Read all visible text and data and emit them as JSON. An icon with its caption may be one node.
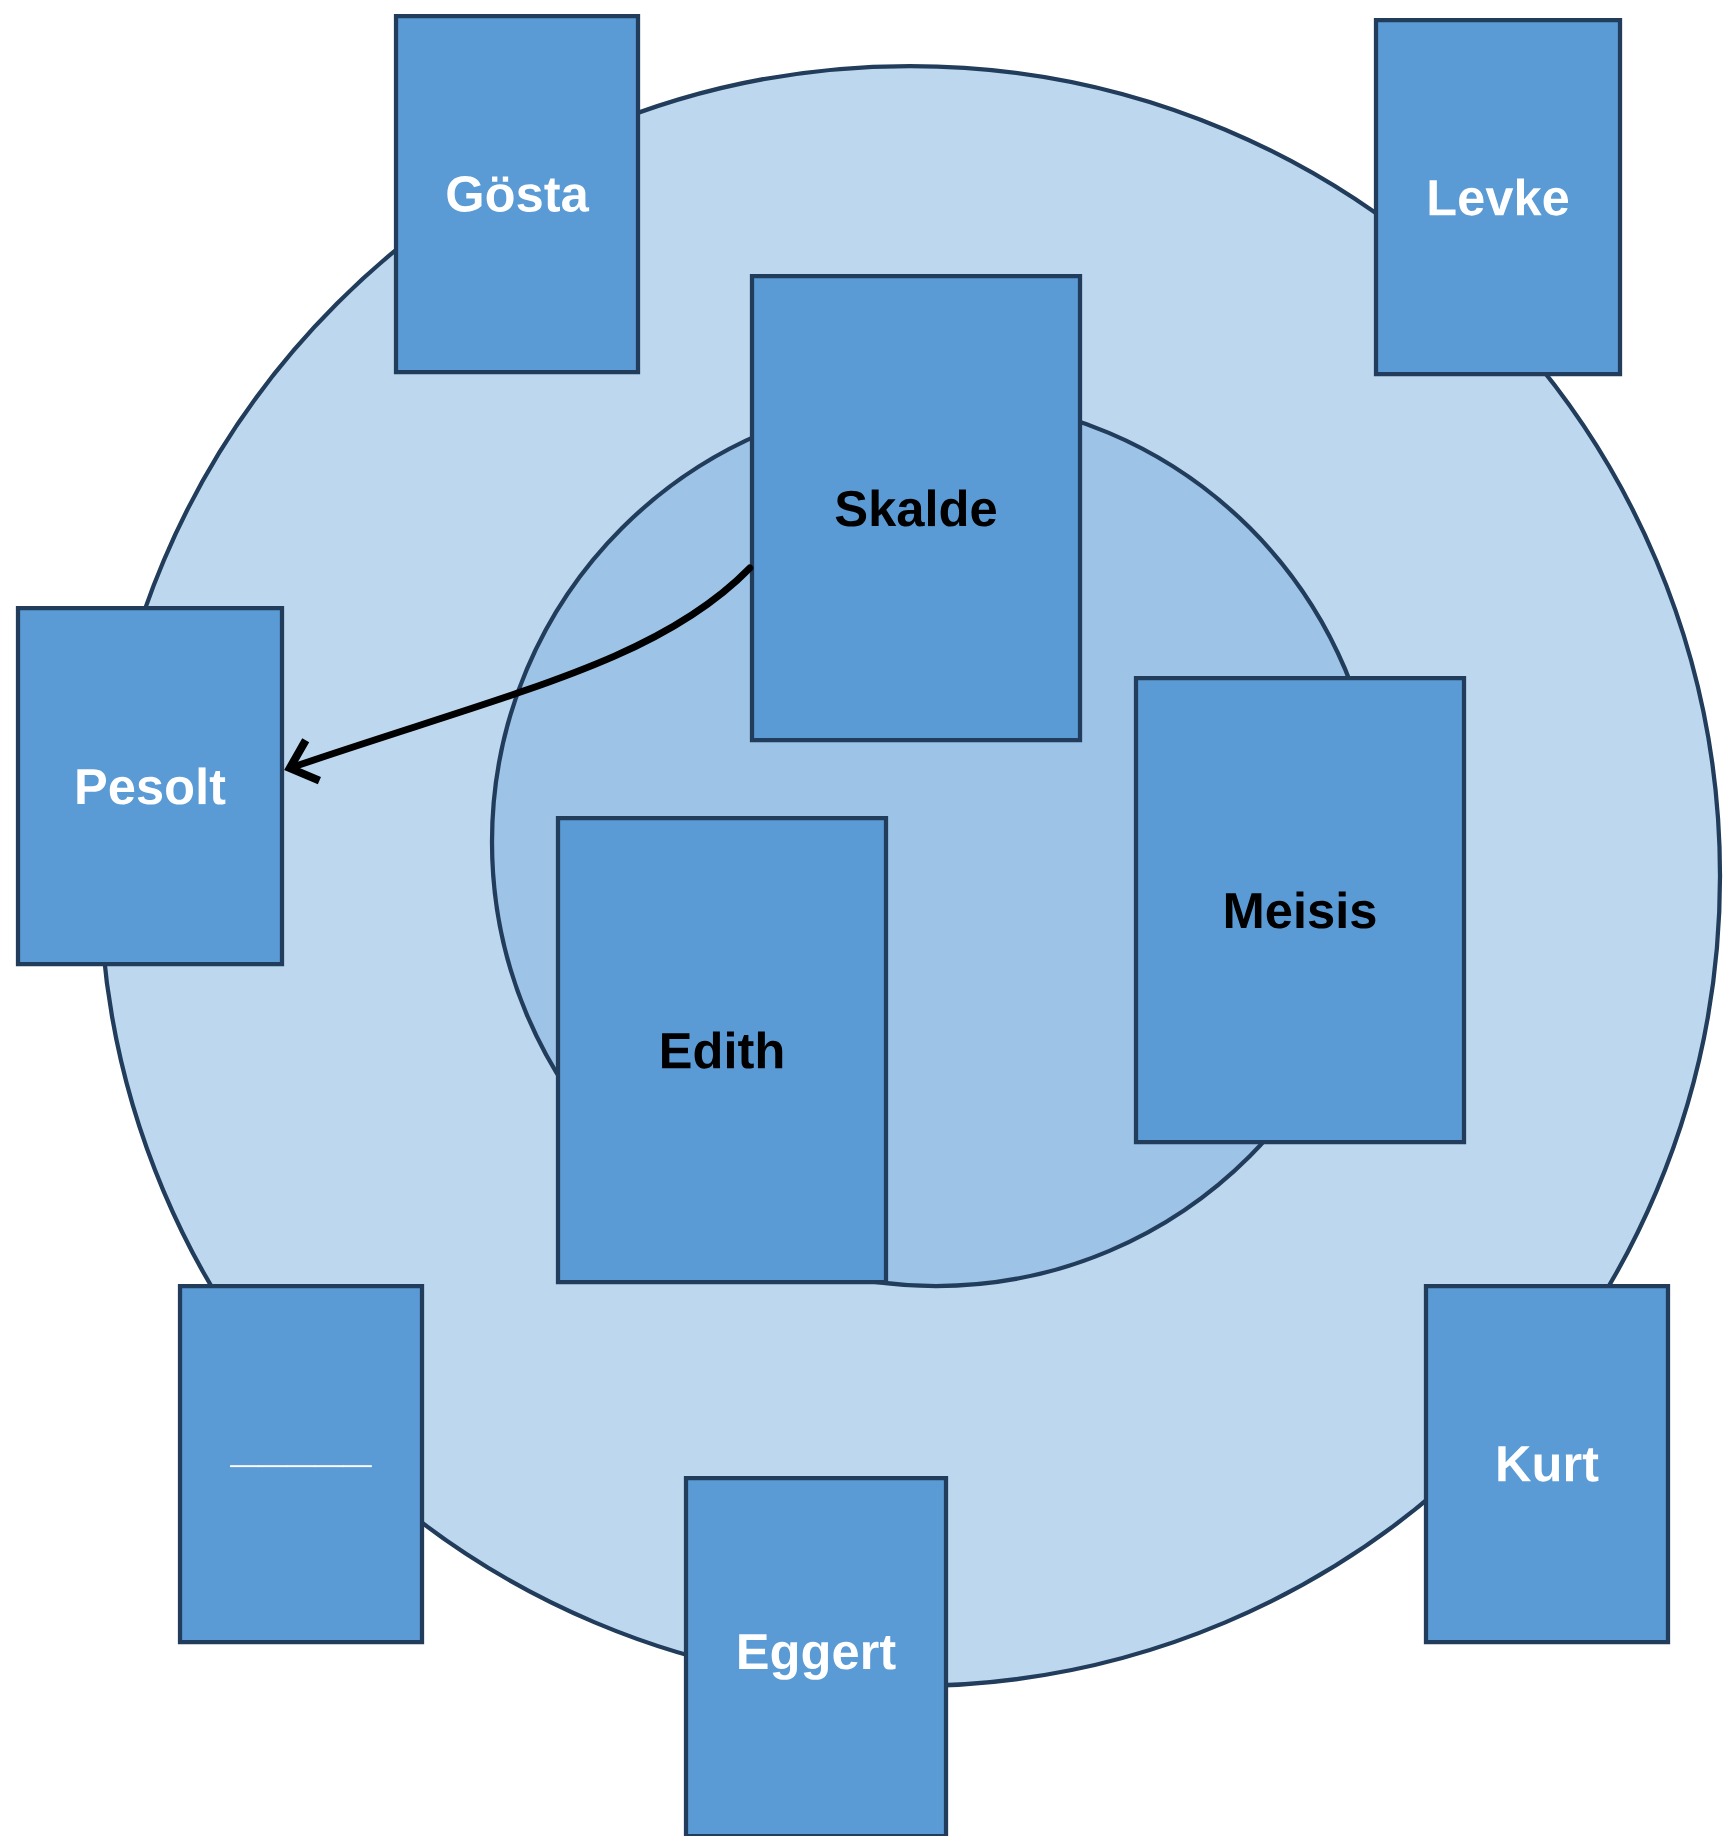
{
  "diagram": {
    "nodes": [
      {
        "text": [
          "Gösta"
        ]
      },
      {
        "text": [
          "Levke"
        ]
      },
      {
        "text": [
          "Skalde"
        ]
      },
      {
        "text": [
          "Pesolt"
        ]
      },
      {
        "text": [
          "Meisis"
        ]
      },
      {
        "text": [
          "Edith"
        ]
      },
      {
        "text": [
          "_____"
        ]
      },
      {
        "text": [
          "Kurt"
        ]
      },
      {
        "text": [
          "Eggert"
        ]
      }
    ],
    "edges": [
      {
        "from": 2,
        "to": 3,
        "arrow": "to"
      }
    ]
  }
}
